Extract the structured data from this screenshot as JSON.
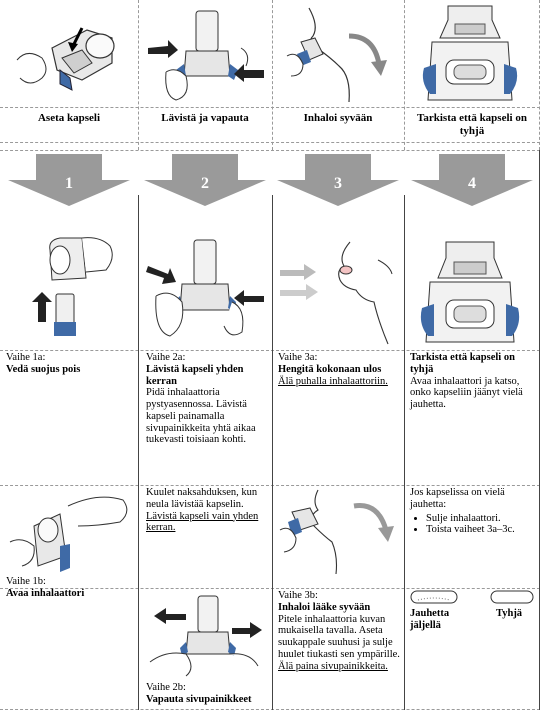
{
  "top_captions": [
    "Aseta kapseli",
    "Lävistä ja vapauta",
    "Inhaloi syvään",
    "Tarkista että kapseli on tyhjä"
  ],
  "step_numbers": [
    "1",
    "2",
    "3",
    "4"
  ],
  "col1": {
    "step1a_label": "Vaihe 1a:",
    "step1a_title": "Vedä suojus pois",
    "step1b_label": "Vaihe 1b:",
    "step1b_title": "Avaa inhalaattori"
  },
  "col2": {
    "step2a_label": "Vaihe 2a:",
    "step2a_title": "Lävistä kapseli yhden kerran",
    "step2a_body": "Pidä inhalaattoria pystyasennossa. Lävistä kapseli painamalla sivupainikkeita yhtä aikaa tukevasti toisiaan kohti.",
    "step2a_more": "Kuulet naksahduksen, kun neula lävistää kapselin.",
    "step2a_warn": "Lävistä kapseli vain yhden kerran.",
    "step2b_label": "Vaihe 2b:",
    "step2b_title": "Vapauta sivupainikkeet"
  },
  "col3": {
    "step3a_label": "Vaihe 3a:",
    "step3a_title": "Hengitä kokonaan ulos",
    "step3a_warn": "Älä puhalla inhalaattoriin.",
    "step3b_label": "Vaihe 3b:",
    "step3b_title": "Inhaloi lääke syvään",
    "step3b_body": "Pitele inhalaattoria kuvan mukaisella tavalla. Aseta suukappale suuhusi ja sulje huulet tiukasti sen ympärille.",
    "step3b_warn": "Älä paina sivupainikkeita."
  },
  "col4": {
    "title": "Tarkista että kapseli on tyhjä",
    "body": "Avaa inhalaattori ja katso, onko kapseliin jäänyt vielä jauhetta.",
    "more_intro": "Jos kapselissa on vielä jauhetta:",
    "bullets": [
      "Sulje inhalaattori.",
      "Toista vaiheet 3a–3c."
    ],
    "left_caption": "Jauhetta jäljellä",
    "right_caption": "Tyhjä"
  }
}
